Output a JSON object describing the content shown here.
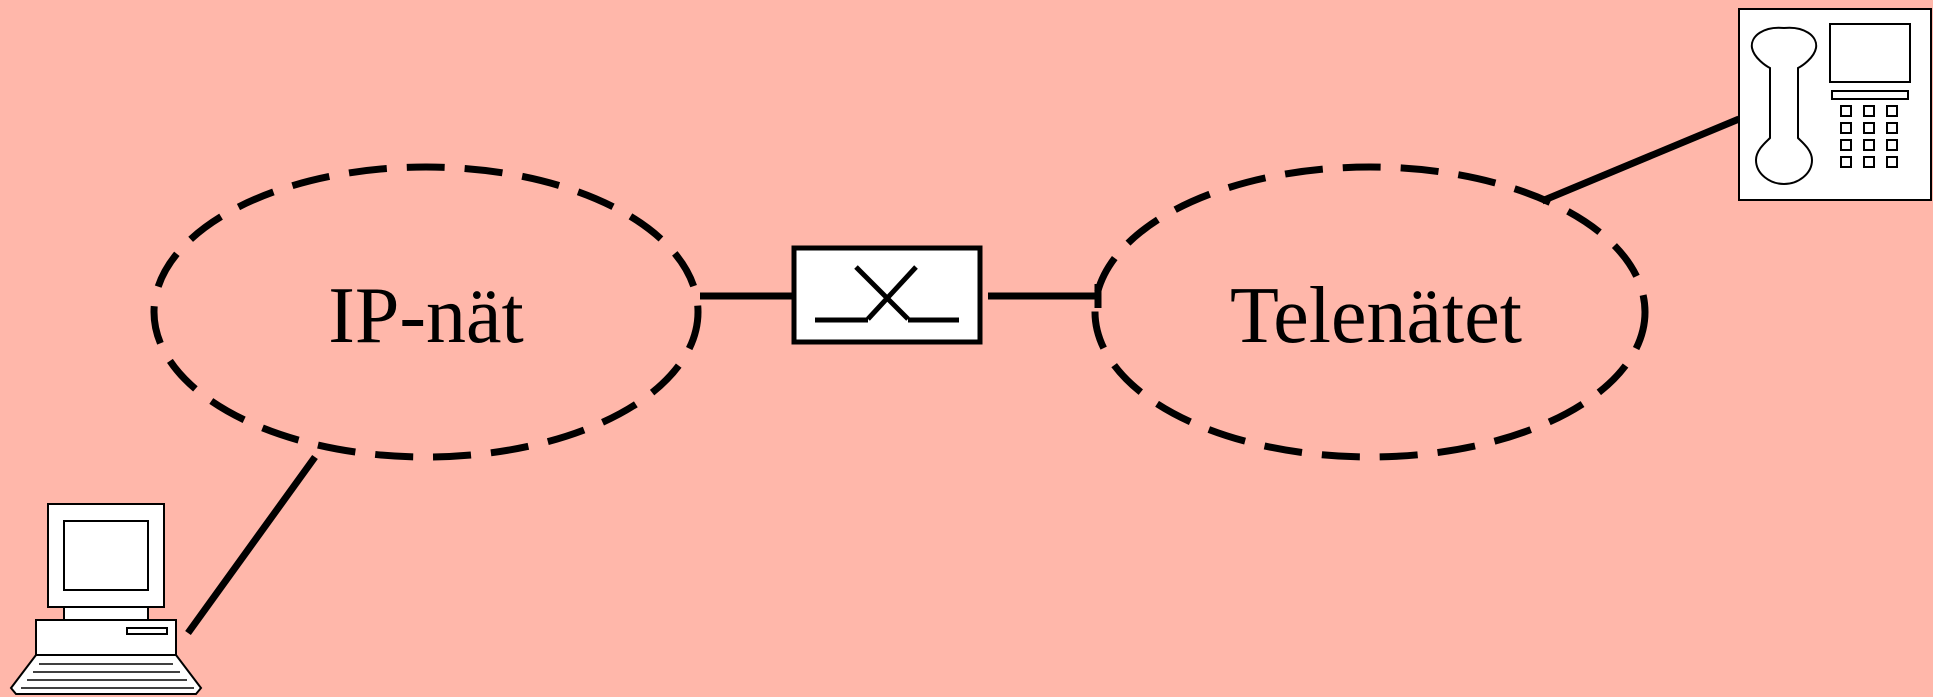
{
  "colors": {
    "background": "#ffb7aa",
    "stroke": "#000000",
    "gateway_fill": "#ffffff",
    "device_fill": "#ffffff"
  },
  "networks": {
    "ip": {
      "label": "IP-nät",
      "style": "dashed-ellipse"
    },
    "telephone": {
      "label": "Telenätet",
      "style": "dashed-ellipse"
    }
  },
  "devices": {
    "computer": {
      "icon": "computer-icon"
    },
    "phone": {
      "icon": "phone-icon"
    },
    "gateway": {
      "icon": "switch-icon"
    }
  }
}
